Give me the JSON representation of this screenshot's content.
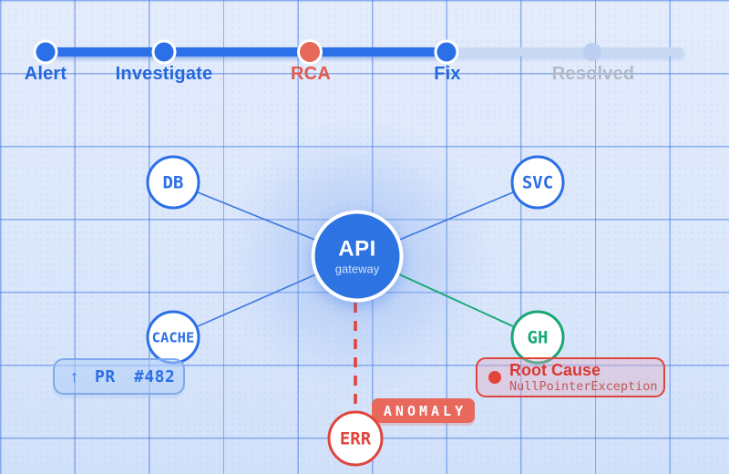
{
  "colors": {
    "primary_blue": "#2c70e8",
    "track_light_blue": "#c9d9f3",
    "coral": "#e7695a",
    "alert_red": "#e0443a",
    "success_green": "#17a874",
    "pending_gray": "#b2bac6",
    "grid_blue": "#3670de"
  },
  "timeline": {
    "stages": [
      {
        "label": "Alert",
        "state": "complete"
      },
      {
        "label": "Investigate",
        "state": "complete"
      },
      {
        "label": "RCA",
        "state": "current"
      },
      {
        "label": "Fix",
        "state": "complete"
      },
      {
        "label": "Resolved",
        "state": "pending"
      }
    ]
  },
  "graph": {
    "center_node": {
      "title": "API",
      "subtitle": "gateway"
    },
    "nodes": [
      {
        "id": "db",
        "label": "DB",
        "status": "normal"
      },
      {
        "id": "svc",
        "label": "SVC",
        "status": "normal"
      },
      {
        "id": "cache",
        "label": "CACHE",
        "status": "normal"
      },
      {
        "id": "gh",
        "label": "GH",
        "status": "fix"
      },
      {
        "id": "err",
        "label": "ERR",
        "status": "error"
      }
    ]
  },
  "badges": {
    "pr": {
      "arrow": "↑",
      "label": "PR #482"
    },
    "root_cause": {
      "title": "Root Cause",
      "subtitle": "NullPointerException"
    },
    "anomaly": {
      "label": "ANOMALY"
    }
  }
}
